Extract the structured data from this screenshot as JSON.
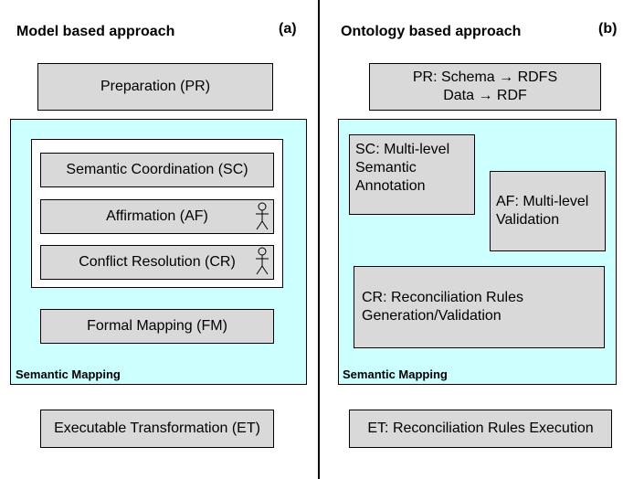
{
  "left": {
    "title": "Model based approach",
    "tag": "(a)",
    "preparation": "Preparation (PR)",
    "semantic_coordination": "Semantic Coordination (SC)",
    "affirmation": "Affirmation (AF)",
    "conflict_resolution": "Conflict Resolution (CR)",
    "formal_mapping": "Formal Mapping (FM)",
    "panel_label": "Semantic Mapping",
    "executable_transformation": "Executable Transformation (ET)",
    "actor_icon": "person-icon"
  },
  "right": {
    "title": "Ontology based approach",
    "tag": "(b)",
    "pr_line1": "PR: Schema → RDFS",
    "pr_line2": "Data → RDF",
    "sc_lines": [
      "SC: Multi-level",
      "Semantic",
      "Annotation"
    ],
    "af_lines": [
      "AF: Multi-level",
      "Validation"
    ],
    "cr_lines": [
      "CR: Reconciliation Rules",
      "Generation/Validation"
    ],
    "panel_label": "Semantic Mapping",
    "et": "ET: Reconciliation Rules Execution"
  },
  "colors": {
    "box_fill": "#d9d9d9",
    "panel_fill": "#ccffff",
    "border": "#000000"
  }
}
